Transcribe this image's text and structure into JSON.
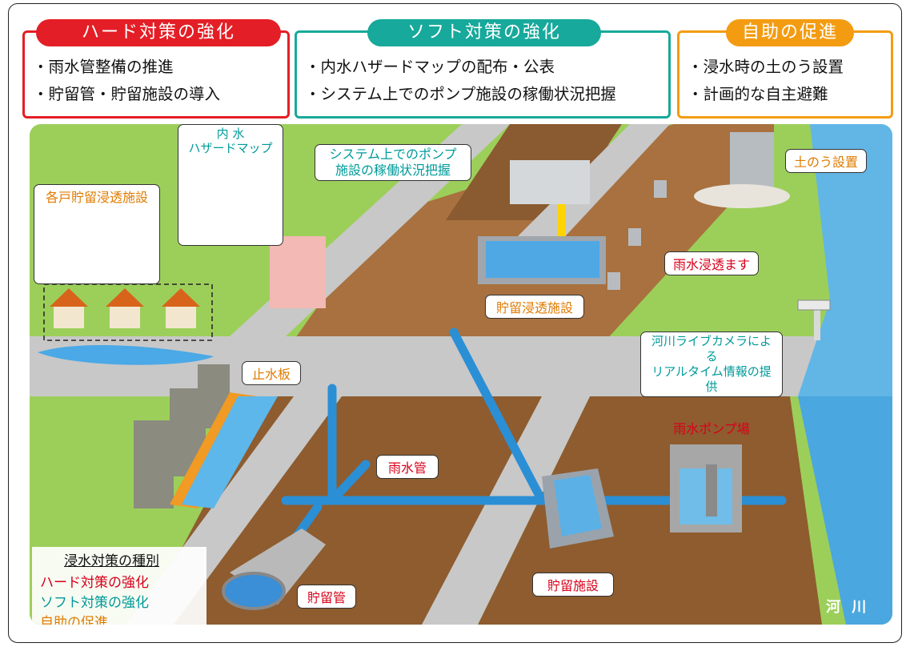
{
  "categories": [
    {
      "id": "hard",
      "title": "ハード対策の強化",
      "color": "#e41e26",
      "items": [
        "雨水管整備の推進",
        "貯留管・貯留施設の導入"
      ]
    },
    {
      "id": "soft",
      "title": "ソフト対策の強化",
      "color": "#17a99b",
      "items": [
        "内水ハザードマップの配布・公表",
        "システム上でのポンプ施設の稼働状況把握"
      ]
    },
    {
      "id": "self",
      "title": "自助の促進",
      "color": "#f39c12",
      "items": [
        "浸水時の土のう設置",
        "計画的な自主避難"
      ]
    }
  ],
  "labels": {
    "hazard_map": "内 水\nハザードマップ",
    "pump_status": "システム上でのポンプ\n施設の稼働状況把握",
    "household": "各戸貯留浸透施設",
    "sandbags": "土のう設置",
    "infiltration_basin": "雨水浸透ます",
    "storage_infiltration": "貯留浸透施設",
    "live_camera": "河川ライブカメラによる\nリアルタイム情報の提供",
    "flood_barrier": "止水板",
    "storm_pipe": "雨水管",
    "pump_station": "雨水ポンプ場",
    "storage_pipe": "貯留管",
    "storage_facility": "貯留施設",
    "river": "河 川"
  },
  "legend": {
    "title": "浸水対策の種別",
    "items": [
      {
        "label": "ハード対策の強化",
        "color": "#d8001a"
      },
      {
        "label": "ソフト対策の強化",
        "color": "#009a9a"
      },
      {
        "label": "自助の促進",
        "color": "#e07b00"
      }
    ]
  }
}
